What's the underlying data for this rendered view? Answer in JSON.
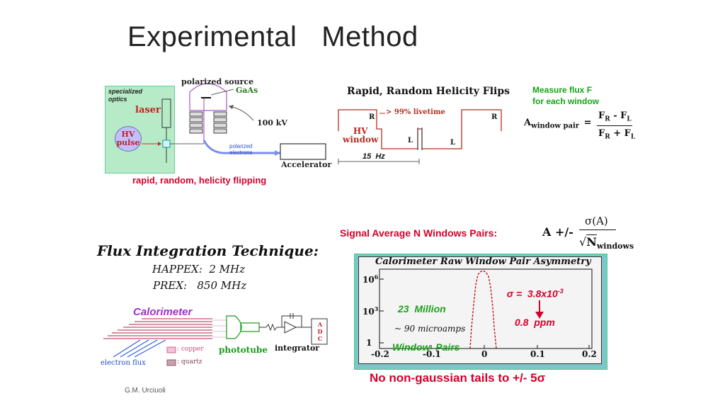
{
  "slide": {
    "title": "Experimental   Method",
    "footer": "G.M. Urciuoli"
  },
  "source_panel": {
    "polarized_source": "polarized source",
    "gaas": "GaAs",
    "specialized_optics_1": "specialized",
    "specialized_optics_2": "optics",
    "laser": "laser",
    "hv_pulse_1": "HV",
    "hv_pulse_2": "pulse",
    "voltage": "100 kV",
    "polarized_electrons_1": "polarized",
    "polarized_electrons_2": "electrons",
    "accelerator": "Accelerator",
    "caption": "rapid, random, helicity flipping"
  },
  "helicity_panel": {
    "title": "Rapid, Random Helicity Flips",
    "livetime": "> 99% livetime",
    "hv_window_1": "HV",
    "hv_window_2": "window",
    "r1": "R",
    "r2": "R",
    "l1": "L",
    "l2": "L",
    "rate": "15  Hz"
  },
  "asymmetry_panel": {
    "measure_1": "Measure flux F",
    "measure_2": "for each window",
    "a_label": "A",
    "a_sub": "window pair",
    "equals": "=",
    "numerator_f1": "F",
    "numerator_sub1": "R",
    "numerator_op": " - F",
    "numerator_sub2": "L",
    "denominator_f1": "F",
    "denominator_sub1": "R",
    "denominator_op": " + F",
    "denominator_sub2": "L"
  },
  "flux_panel": {
    "title": "Flux Integration Technique:",
    "happex": "HAPPEX:  2 MHz",
    "prex": "PREX:   850 MHz",
    "calorimeter": "Calorimeter",
    "phototube": "phototube",
    "integrator": "integrator",
    "adc": [
      "A",
      "D",
      "C"
    ],
    "copper": ": copper",
    "quartz": ": quartz",
    "electron_flux": "electron flux"
  },
  "signal_panel": {
    "label": "Signal Average N Windows Pairs:",
    "a_pm": "A +/-",
    "sigma": "σ(A)",
    "sqrt": "√",
    "n": "N",
    "n_sub": "windows"
  },
  "histogram": {
    "title": "Calorimeter Raw Window Pair Asymmetry",
    "million_1": "23  Million",
    "million_2": "Window  Pairs",
    "sigma_text": "σ =  3.8x10",
    "sigma_exp": "-3",
    "ppm": "0.8  ppm",
    "microamps": "~ 90 microamps",
    "caption": "No non-gaussian tails to +/- 5σ",
    "y_ticks": [
      {
        "base": "10",
        "exp": "6"
      },
      {
        "base": "10",
        "exp": "3"
      },
      {
        "base": "1",
        "exp": ""
      }
    ],
    "x_ticks": [
      "-0.2",
      "-0.1",
      "0",
      "0.1",
      "0.2"
    ],
    "colors": {
      "frame": "#7dc6c8",
      "peak": "#c00000",
      "sigma": "#d4002a",
      "green": "#1aa21a"
    }
  }
}
